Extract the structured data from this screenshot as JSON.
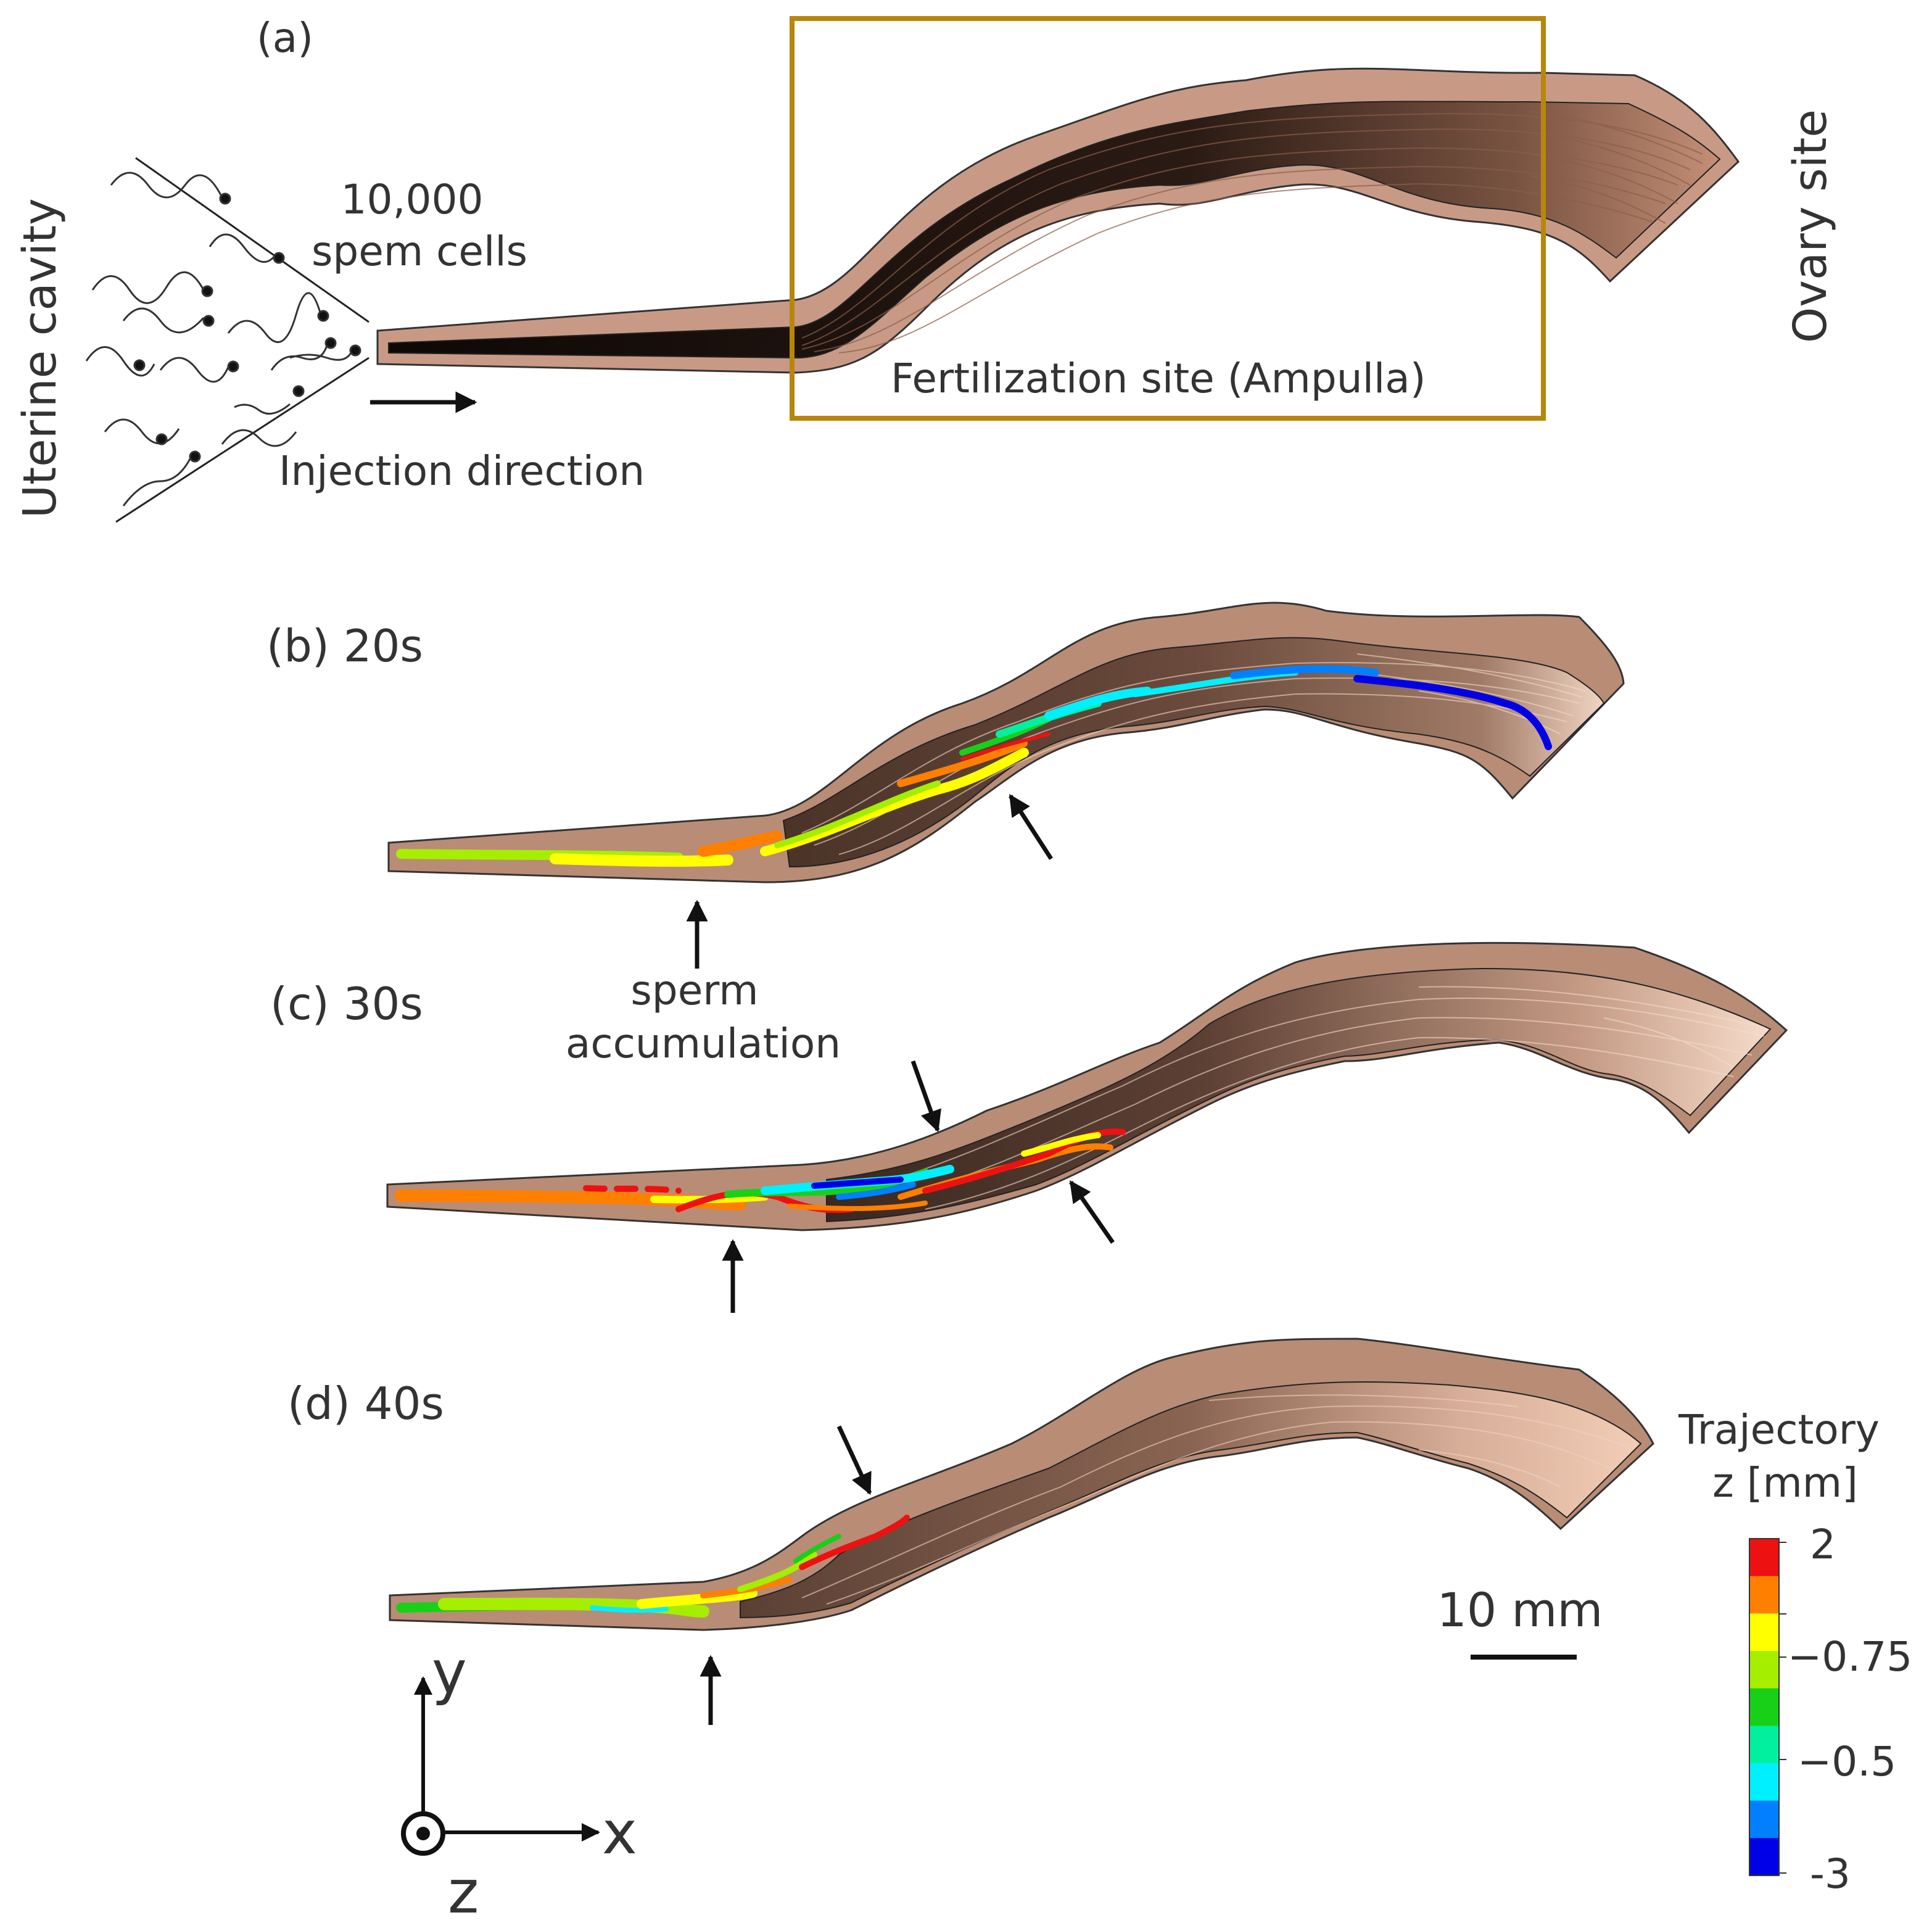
{
  "panels": {
    "a": {
      "label": "(a)",
      "left_label": "Uterine cavity",
      "right_label": "Ovary site",
      "cell_count_line1": "10,000",
      "cell_count_line2": "spem cells",
      "injection_label": "Injection direction",
      "box_label": "Fertilization site (Ampulla)",
      "box_color": "#b8860b"
    },
    "b": {
      "label": "(b) 20s"
    },
    "c": {
      "label": "(c) 30s"
    },
    "d": {
      "label": "(d) 40s"
    }
  },
  "annotations": {
    "accumulation_line1": "sperm",
    "accumulation_line2": "accumulation"
  },
  "scale_bar": {
    "label": "10 mm"
  },
  "axes": {
    "y": "y",
    "x": "x",
    "z": "z"
  },
  "colorbar": {
    "title_line1": "Trajectory",
    "title_line2": "z [mm]",
    "tick_labels": [
      "2",
      "−0.75",
      "−0.5",
      "-3"
    ],
    "colors": [
      "#ee1111",
      "#ff7f00",
      "#ffff00",
      "#a6ee00",
      "#18d018",
      "#00f0a0",
      "#00f0ff",
      "#0080ff",
      "#0000e6"
    ]
  },
  "colors": {
    "tube_wall": "#b98c76",
    "tube_wall_light": "#d4a994",
    "lumen_dark": "#1a1210",
    "lumen_mid": "#5a4238",
    "lumen_light": "#e9c2ad"
  }
}
